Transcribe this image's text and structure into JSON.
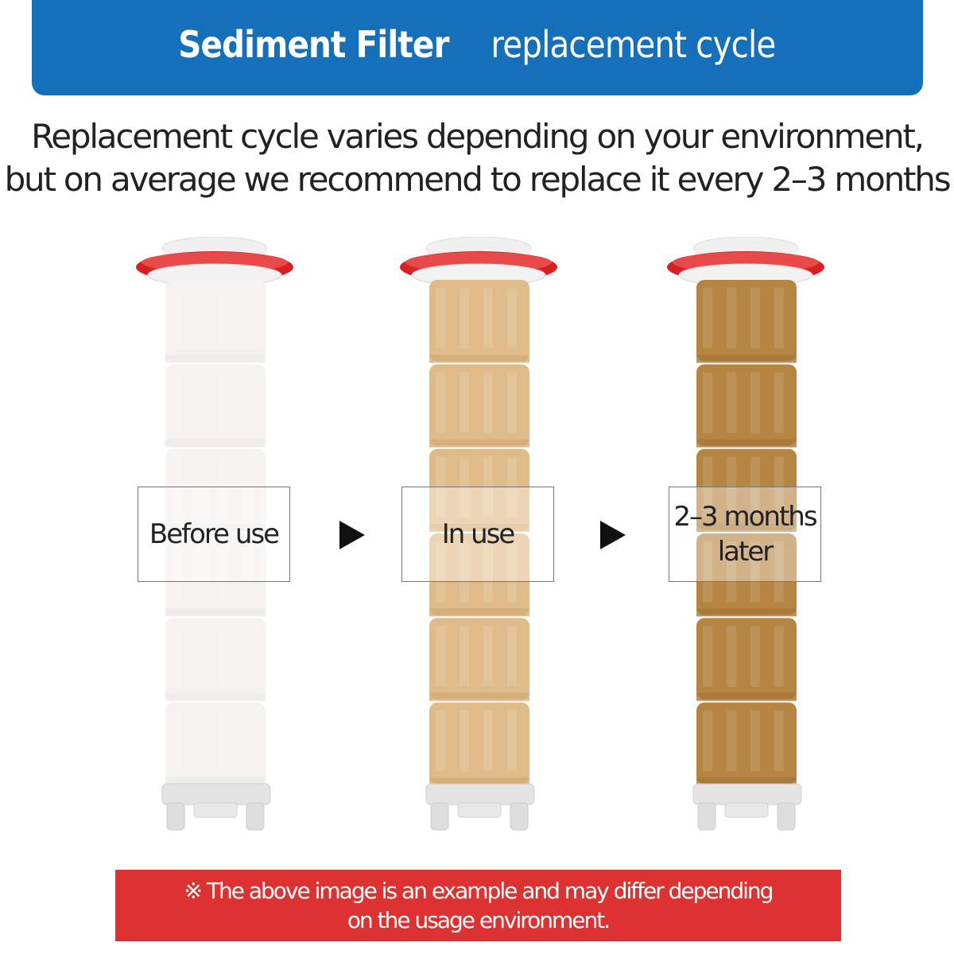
{
  "header": {
    "title_bold": "Sediment Filter",
    "title_regular": "replacement cycle",
    "background": "#1570b9"
  },
  "subtitle": {
    "line1": "Replacement cycle varies depending on your environment,",
    "line2": "but on average we recommend to replace it every 2–3 months"
  },
  "stages": [
    {
      "label_lines": [
        "Before use"
      ],
      "filter_color": "#f4f3f1",
      "band_color": "#eceae6"
    },
    {
      "label_lines": [
        "In use"
      ],
      "filter_color": "#dfbb8a",
      "band_color": "#d3ab74"
    },
    {
      "label_lines": [
        "2–3 months",
        "later"
      ],
      "filter_color": "#b68542",
      "band_color": "#a8773a"
    }
  ],
  "arrows": [
    "arrow-right-icon",
    "arrow-right-icon"
  ],
  "notice": {
    "line1": "※ The above image is an example and may differ depending",
    "line2": "on the usage environment.",
    "background": "#dc3232"
  },
  "colors": {
    "cap_ring": "#d92020",
    "cap_top": "#f0f0f0"
  }
}
